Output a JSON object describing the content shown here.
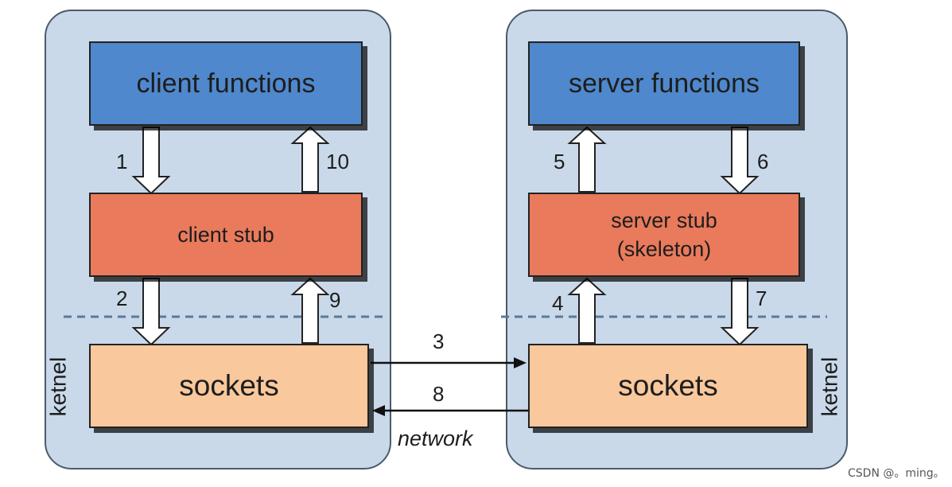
{
  "client": {
    "functions_label": "client functions",
    "stub_label": "client stub",
    "sockets_label": "sockets",
    "kernel_label": "ketnel"
  },
  "server": {
    "functions_label": "server functions",
    "stub_label_line1": "server stub",
    "stub_label_line2": "(skeleton)",
    "sockets_label": "sockets",
    "kernel_label": "ketnel"
  },
  "steps": [
    "1",
    "2",
    "3",
    "4",
    "5",
    "6",
    "7",
    "8",
    "9",
    "10"
  ],
  "network_label": "network",
  "watermark": "CSDN @。ming。",
  "colors": {
    "panel": "#c9d9ea",
    "functions": "#4f88cc",
    "stub": "#e97a5c",
    "sockets": "#f9c89c",
    "kernel_line": "#5a7a9a"
  }
}
